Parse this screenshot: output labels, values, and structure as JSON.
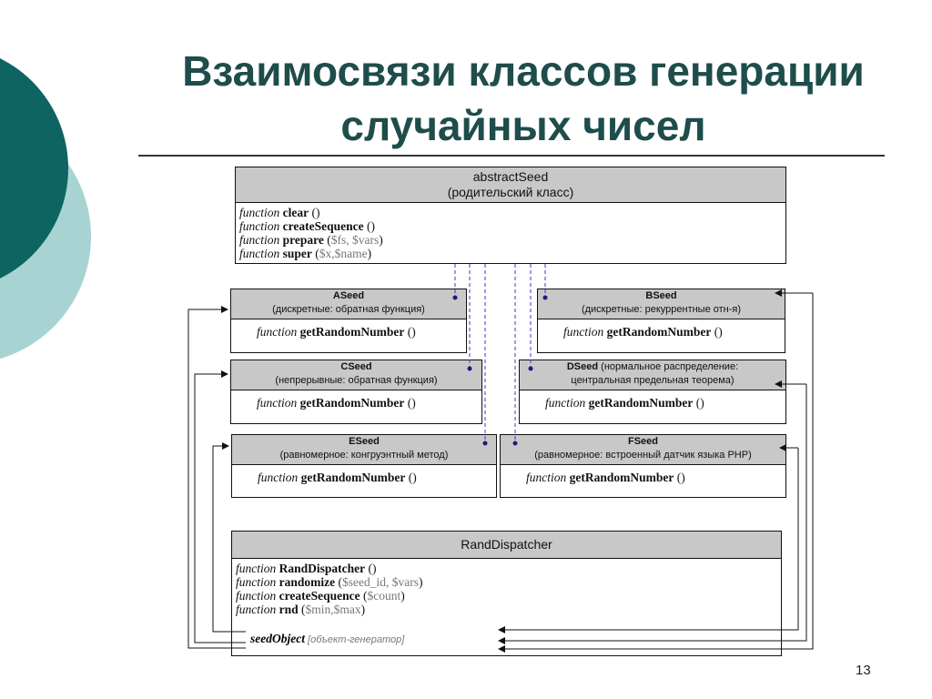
{
  "slide": {
    "title_line1": "Взаимосвязи классов генерации",
    "title_line2": "случайных чисел",
    "page_number": "13"
  },
  "colors": {
    "title": "#1e4d4b",
    "circle_dark": "#0d6461",
    "circle_light": "#a8d3d3",
    "header_fill": "#c8c8c8",
    "dashed_connector": "#3a3ac8",
    "dot": "#1a1a80"
  },
  "diagram": {
    "abstract": {
      "name": "abstractSeed",
      "subtitle": "(родительский класс)",
      "methods": [
        {
          "kw": "function",
          "name": "clear",
          "open": " (",
          "args": "",
          "close": ")"
        },
        {
          "kw": "function",
          "name": "createSequence",
          "open": " (",
          "args": "",
          "close": ")"
        },
        {
          "kw": "function",
          "name": "prepare",
          "open": " (",
          "args": "$fs, $vars",
          "close": ")"
        },
        {
          "kw": "function",
          "name": "super",
          "open": " (",
          "args": "$x,$name",
          "close": ")"
        }
      ]
    },
    "seeds": {
      "a": {
        "name": "ASeed",
        "desc": "(дискретные: обратная функция)",
        "kw": "function",
        "method": "getRandomNumber",
        "paren": " ()"
      },
      "b": {
        "name": "BSeed",
        "desc": "(дискретные: рекуррентные отн-я)",
        "kw": "function",
        "method": "getRandomNumber",
        "paren": " ()"
      },
      "c": {
        "name": "CSeed",
        "desc": "(непрерывные: обратная функция)",
        "kw": "function",
        "method": "getRandomNumber",
        "paren": " ()"
      },
      "d": {
        "name": "DSeed",
        "desc_inline": " (нормальное распределение:",
        "desc2": "центральная предельная теорема)",
        "kw": "function",
        "method": "getRandomNumber",
        "paren": " ()"
      },
      "e": {
        "name": "ESeed",
        "desc": "(равномерное: конгруэнтный метод)",
        "kw": "function",
        "method": "getRandomNumber",
        "paren": " ()"
      },
      "f": {
        "name": "FSeed",
        "desc": "(равномерное: встроенный датчик языка PHP)",
        "kw": "function",
        "method": "getRandomNumber",
        "paren": " ()"
      }
    },
    "dispatcher": {
      "name": "RandDispatcher",
      "methods": [
        {
          "kw": "function",
          "name": "RandDispatcher",
          "open": " (",
          "args": "",
          "close": ")"
        },
        {
          "kw": "function",
          "name": "randomize",
          "open": " (",
          "args": "$seed_id, $vars",
          "close": ")"
        },
        {
          "kw": "function",
          "name": "createSequence",
          "open": " (",
          "args": "$count",
          "close": ")"
        },
        {
          "kw": "function",
          "name": "rnd",
          "open": " (",
          "args": "$min,$max",
          "close": ")"
        }
      ],
      "seed_object": "seedObject",
      "seed_object_note": " [объект-генератор]"
    }
  }
}
